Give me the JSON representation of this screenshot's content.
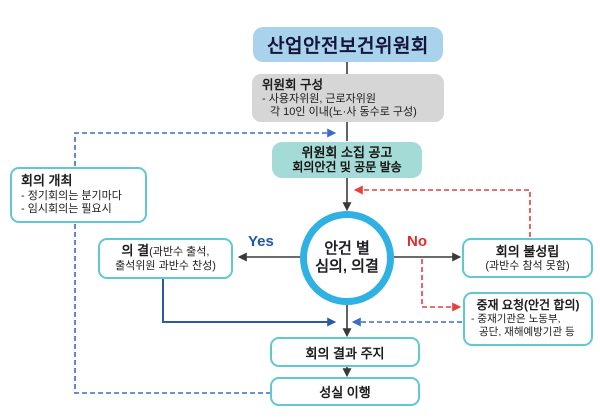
{
  "diagram": {
    "title": "산업안전보건위원회",
    "nodes": {
      "composition": {
        "title": "위원회 구성",
        "line1": "- 사용자위원, 근로자위원",
        "line2": "각 10인 이내(노·사 동수로 구성)"
      },
      "announcement": {
        "line1": "위원회 소집 공고",
        "line2": "회의안건 및 공문 발송"
      },
      "meeting": {
        "title": "회의 개최",
        "line1": "- 정기회의는 분기마다",
        "line2": "- 임시회의는 필요시"
      },
      "agenda_circle": {
        "line1": "안건 별",
        "line2": "심의, 의결"
      },
      "resolution": {
        "bold": "의 결",
        "rest1": "(과반수 출석,",
        "rest2": "출석위원 과반수 찬성)"
      },
      "not_convened": {
        "title": "회의 불성립",
        "subtitle": "(과반수 참석 못함)"
      },
      "mediation": {
        "title": "중재 요청(안건 합의)",
        "line1": "- 중재기관은 노동부,",
        "line2": "공단, 재해예방기관 등"
      },
      "notify": {
        "label": "회의 결과 주지"
      },
      "implement": {
        "label": "성실 이행"
      }
    },
    "labels": {
      "yes": "Yes",
      "no": "No"
    },
    "colors": {
      "title_bg": "#a9d2ec",
      "composition_bg": "#d6d6d6",
      "announcement_bg": "#a5dbd6",
      "box_border": "#5fc9cf",
      "circle_border": "#2fb1e3",
      "yes_text": "#1f57a8",
      "no_text": "#e02c28",
      "solid_blue": "#2b5aad",
      "dashed_blue": "#3a6cc8",
      "dashed_red": "#e8403f",
      "line_black": "#3a3a3a"
    }
  }
}
